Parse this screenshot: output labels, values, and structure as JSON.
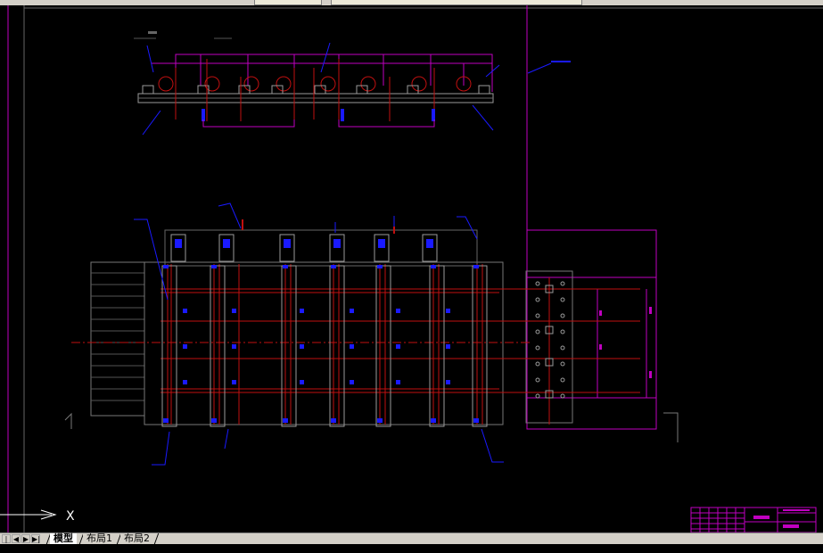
{
  "app": {
    "background": "#000000",
    "accent_magenta": "#c000c0",
    "accent_red": "#c01010",
    "accent_blue": "#1a1aff",
    "accent_gray": "#9a9a9a"
  },
  "ucs": {
    "x_label": "X"
  },
  "layout_tabs": {
    "nav_buttons": [
      "|◀",
      "◀",
      "▶",
      "▶|"
    ],
    "tabs": [
      {
        "label": "模型",
        "active": true
      },
      {
        "label": "布局1",
        "active": false
      },
      {
        "label": "布局2",
        "active": false
      }
    ]
  }
}
